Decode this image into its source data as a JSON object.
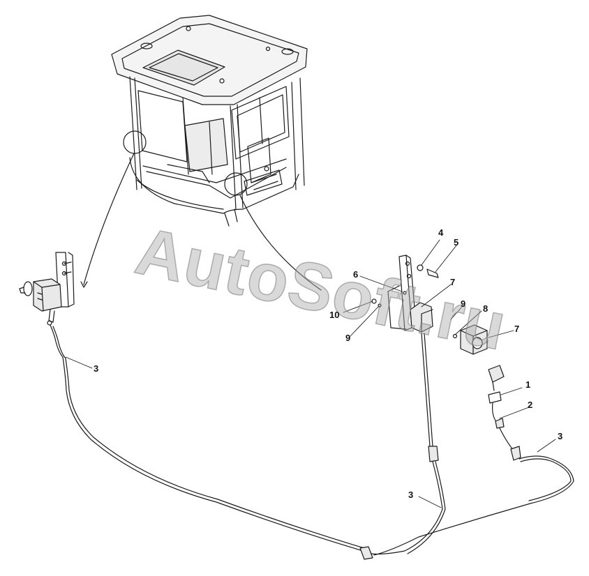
{
  "watermark": "AutoSoft.ru",
  "callouts": {
    "c1": "1",
    "c2": "2",
    "c3a": "3",
    "c3b": "3",
    "c3c": "3",
    "c4": "4",
    "c5": "5",
    "c6": "6",
    "c7a": "7",
    "c7b": "7",
    "c8": "8",
    "c9a": "9",
    "c9b": "9",
    "c10": "10"
  },
  "colors": {
    "line": "#1a1a1a",
    "cab_fill": "#f4f4f4",
    "part_fill": "#e9e9e9"
  }
}
